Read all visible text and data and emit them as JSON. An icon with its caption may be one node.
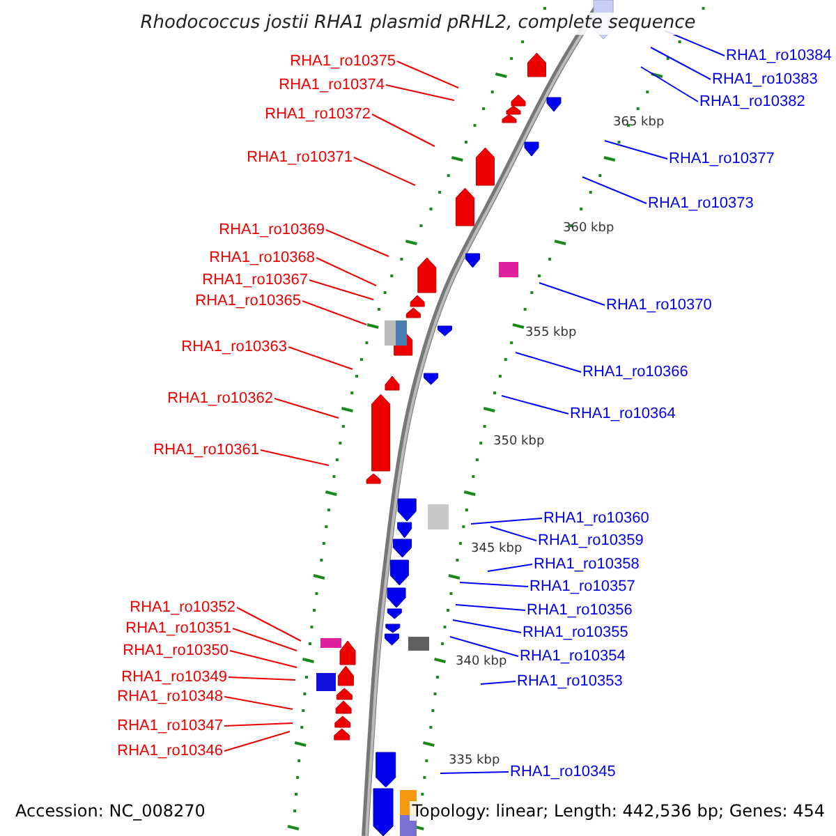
{
  "diagram": {
    "title": "Rhodococcus jostii RHA1 plasmid pRHL2, complete sequence",
    "nodes": [
      {
        "text": [
          "RHA1_ro10375"
        ]
      },
      {
        "text": [
          "RHA1_ro10374"
        ]
      },
      {
        "text": [
          "RHA1_ro10372"
        ]
      },
      {
        "text": [
          "RHA1_ro10371"
        ]
      },
      {
        "text": [
          "RHA1_ro10369"
        ]
      },
      {
        "text": [
          "RHA1_ro10368"
        ]
      },
      {
        "text": [
          "RHA1_ro10367"
        ]
      },
      {
        "text": [
          "RHA1_ro10365"
        ]
      },
      {
        "text": [
          "RHA1_ro10363"
        ]
      },
      {
        "text": [
          "RHA1_ro10362"
        ]
      },
      {
        "text": [
          "RHA1_ro10361"
        ]
      },
      {
        "text": [
          "RHA1_ro10352"
        ]
      },
      {
        "text": [
          "RHA1_ro10351"
        ]
      },
      {
        "text": [
          "RHA1_ro10350"
        ]
      },
      {
        "text": [
          "RHA1_ro10349"
        ]
      },
      {
        "text": [
          "RHA1_ro10348"
        ]
      },
      {
        "text": [
          "RHA1_ro10347"
        ]
      },
      {
        "text": [
          "RHA1_ro10346"
        ]
      },
      {
        "text": [
          "RHA1_ro10384"
        ]
      },
      {
        "text": [
          "RHA1_ro10383"
        ]
      },
      {
        "text": [
          "RHA1_ro10382"
        ]
      },
      {
        "text": [
          "RHA1_ro10377"
        ]
      },
      {
        "text": [
          "RHA1_ro10373"
        ]
      },
      {
        "text": [
          "RHA1_ro10370"
        ]
      },
      {
        "text": [
          "RHA1_ro10366"
        ]
      },
      {
        "text": [
          "RHA1_ro10364"
        ]
      },
      {
        "text": [
          "RHA1_ro10360"
        ]
      },
      {
        "text": [
          "RHA1_ro10359"
        ]
      },
      {
        "text": [
          "RHA1_ro10358"
        ]
      },
      {
        "text": [
          "RHA1_ro10357"
        ]
      },
      {
        "text": [
          "RHA1_ro10356"
        ]
      },
      {
        "text": [
          "RHA1_ro10355"
        ]
      },
      {
        "text": [
          "RHA1_ro10354"
        ]
      },
      {
        "text": [
          "RHA1_ro10353"
        ]
      },
      {
        "text": [
          "RHA1_ro10345"
        ]
      }
    ],
    "edges": [
      {
        "from": 0,
        "to": null,
        "arrow": "none"
      },
      {
        "from": 1,
        "to": null,
        "arrow": "none"
      },
      {
        "from": 2,
        "to": null,
        "arrow": "none"
      },
      {
        "from": 3,
        "to": null,
        "arrow": "none"
      },
      {
        "from": 4,
        "to": null,
        "arrow": "none"
      },
      {
        "from": 5,
        "to": null,
        "arrow": "none"
      },
      {
        "from": 6,
        "to": null,
        "arrow": "none"
      },
      {
        "from": 7,
        "to": null,
        "arrow": "none"
      },
      {
        "from": 8,
        "to": null,
        "arrow": "none"
      },
      {
        "from": 9,
        "to": null,
        "arrow": "none"
      },
      {
        "from": 10,
        "to": null,
        "arrow": "none"
      },
      {
        "from": 11,
        "to": null,
        "arrow": "none"
      },
      {
        "from": 12,
        "to": null,
        "arrow": "none"
      },
      {
        "from": 13,
        "to": null,
        "arrow": "none"
      },
      {
        "from": 14,
        "to": null,
        "arrow": "none"
      },
      {
        "from": 15,
        "to": null,
        "arrow": "none"
      },
      {
        "from": 16,
        "to": null,
        "arrow": "none"
      },
      {
        "from": 17,
        "to": null,
        "arrow": "none"
      },
      {
        "from": 18,
        "to": null,
        "arrow": "none",
        "color": "#0000ff"
      },
      {
        "from": 19,
        "to": null,
        "arrow": "none",
        "color": "#0000ff"
      },
      {
        "from": 20,
        "to": null,
        "arrow": "none",
        "color": "#0000ff"
      },
      {
        "from": 21,
        "to": null,
        "arrow": "none",
        "color": "#0000ff"
      },
      {
        "from": 22,
        "to": null,
        "arrow": "none",
        "color": "#0000ff"
      },
      {
        "from": 23,
        "to": null,
        "arrow": "none",
        "color": "#0000ff"
      },
      {
        "from": 24,
        "to": null,
        "arrow": "none",
        "color": "#0000ff"
      },
      {
        "from": 25,
        "to": null,
        "arrow": "none",
        "color": "#0000ff"
      },
      {
        "from": 26,
        "to": null,
        "arrow": "none",
        "color": "#0000ff"
      },
      {
        "from": 27,
        "to": null,
        "arrow": "none",
        "color": "#0000ff"
      },
      {
        "from": 28,
        "to": null,
        "arrow": "none",
        "color": "#0000ff"
      },
      {
        "from": 29,
        "to": null,
        "arrow": "none",
        "color": "#0000ff"
      },
      {
        "from": 30,
        "to": null,
        "arrow": "none",
        "color": "#0000ff"
      },
      {
        "from": 31,
        "to": null,
        "arrow": "none",
        "color": "#0000ff"
      },
      {
        "from": 32,
        "to": null,
        "arrow": "none",
        "color": "#0000ff"
      },
      {
        "from": 33,
        "to": null,
        "arrow": "none",
        "color": "#0000ff"
      },
      {
        "from": 34,
        "to": null,
        "arrow": "none",
        "color": "#0000ff"
      }
    ],
    "labels": [
      "365 kbp",
      "360 kbp",
      "355 kbp",
      "350 kbp",
      "345 kbp",
      "340 kbp",
      "335 kbp",
      "Accession: NC_008270",
      "Topology: linear; Length: 442,536 bp; Genes: 454"
    ]
  }
}
